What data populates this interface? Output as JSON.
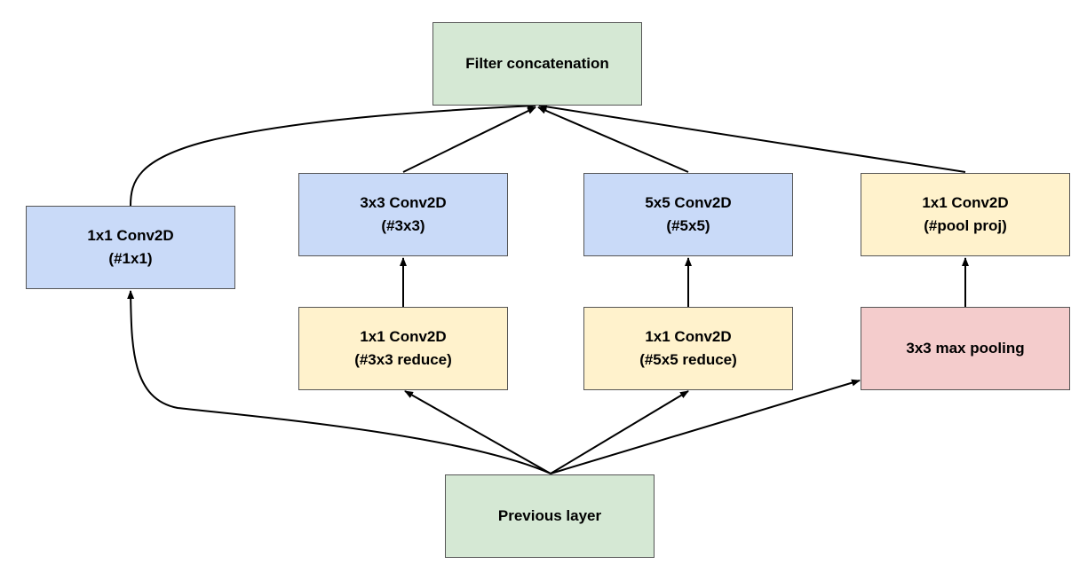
{
  "colors": {
    "green": "#d5e8d4",
    "blue": "#c9daf8",
    "yellow": "#fff2cc",
    "red": "#f4cccc",
    "edge": "#000000"
  },
  "nodes": {
    "filter_concat": {
      "line1": "Filter concatenation",
      "line2": "",
      "color": "green"
    },
    "conv1x1": {
      "line1": "1x1 Conv2D",
      "line2": "(#1x1)",
      "color": "blue"
    },
    "conv3x3": {
      "line1": "3x3 Conv2D",
      "line2": "(#3x3)",
      "color": "blue"
    },
    "conv5x5": {
      "line1": "5x5 Conv2D",
      "line2": "(#5x5)",
      "color": "blue"
    },
    "pool_proj": {
      "line1": "1x1 Conv2D",
      "line2": "(#pool proj)",
      "color": "yellow"
    },
    "reduce3x3": {
      "line1": "1x1 Conv2D",
      "line2": "(#3x3 reduce)",
      "color": "yellow"
    },
    "reduce5x5": {
      "line1": "1x1 Conv2D",
      "line2": "(#5x5 reduce)",
      "color": "yellow"
    },
    "maxpool": {
      "line1": "3x3 max pooling",
      "line2": "",
      "color": "red"
    },
    "previous": {
      "line1": "Previous layer",
      "line2": "",
      "color": "green"
    }
  },
  "edges": [
    {
      "from": "previous",
      "to": "conv1x1"
    },
    {
      "from": "previous",
      "to": "reduce3x3"
    },
    {
      "from": "previous",
      "to": "reduce5x5"
    },
    {
      "from": "previous",
      "to": "maxpool"
    },
    {
      "from": "reduce3x3",
      "to": "conv3x3"
    },
    {
      "from": "reduce5x5",
      "to": "conv5x5"
    },
    {
      "from": "maxpool",
      "to": "pool_proj"
    },
    {
      "from": "conv1x1",
      "to": "filter_concat"
    },
    {
      "from": "conv3x3",
      "to": "filter_concat"
    },
    {
      "from": "conv5x5",
      "to": "filter_concat"
    },
    {
      "from": "pool_proj",
      "to": "filter_concat"
    }
  ]
}
